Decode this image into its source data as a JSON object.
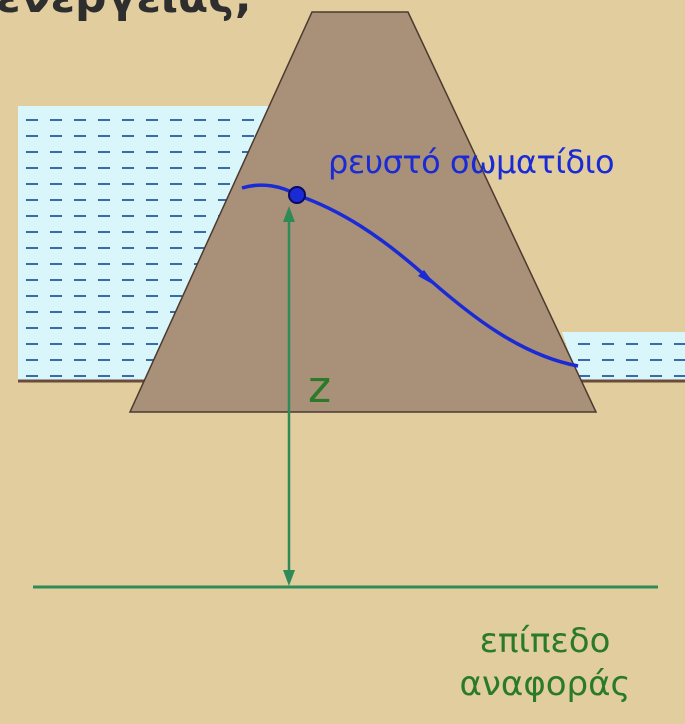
{
  "header": {
    "text": "ενέργειας;"
  },
  "labels": {
    "particle": "ρευστό σωματίδιο",
    "elevation": "z",
    "reference_line1": "επίπεδο",
    "reference_line2": "αναφοράς"
  },
  "colors": {
    "background": "#e1cd9e",
    "dam": "#a99078",
    "water": "#d9f6fa",
    "water_dash": "#3a6aa8",
    "path": "#1a2bd6",
    "elevation": "#2e8b57",
    "reference": "#2e8b57"
  }
}
